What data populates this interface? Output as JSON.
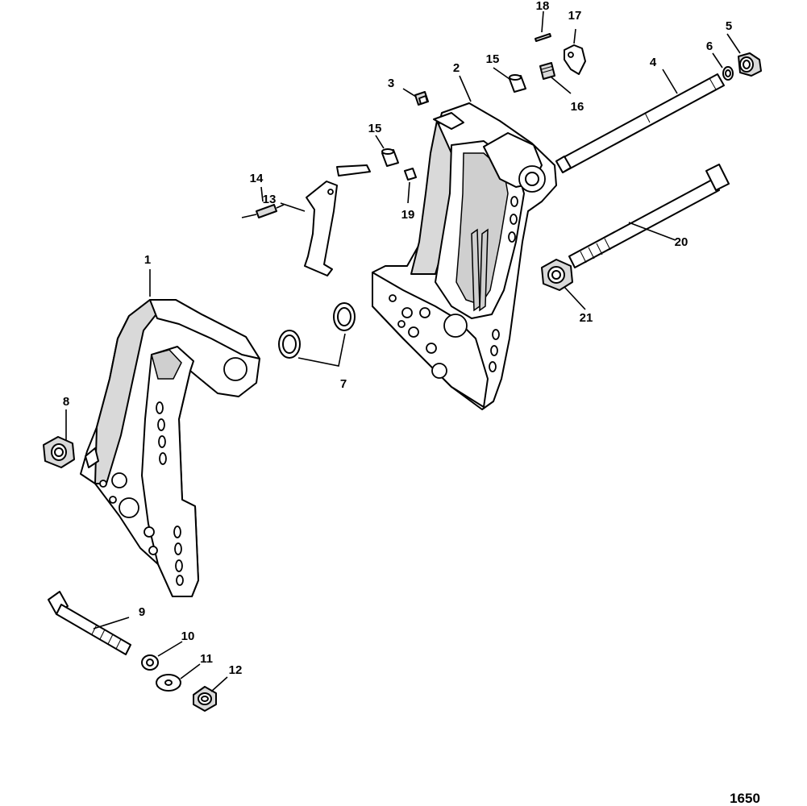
{
  "diagram": {
    "figure_number": "1650",
    "callouts": {
      "c1": "1",
      "c2": "2",
      "c3": "3",
      "c4": "4",
      "c5": "5",
      "c6": "6",
      "c7": "7",
      "c8": "8",
      "c9": "9",
      "c10": "10",
      "c11": "11",
      "c12": "12",
      "c13": "13",
      "c14": "14",
      "c15a": "15",
      "c15b": "15",
      "c16": "16",
      "c17": "17",
      "c18": "18",
      "c19": "19",
      "c20": "20",
      "c21": "21"
    }
  }
}
